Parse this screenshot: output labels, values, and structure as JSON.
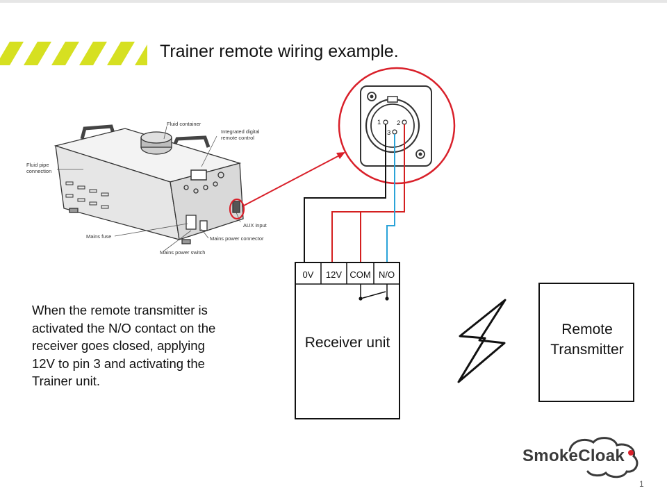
{
  "slide": {
    "title": "Trainer remote wiring example.",
    "caption": "When the remote transmitter is activated the N/O contact on the receiver goes closed, applying 12V to pin 3 and activating the Trainer unit.",
    "page_number": "1"
  },
  "machine": {
    "callouts": {
      "fluid_container": "Fluid container",
      "remote_control_1": "Integrated digital",
      "remote_control_2": "remote control",
      "fluid_pipe_1": "Fluid pipe",
      "fluid_pipe_2": "connection",
      "aux_input": "AUX input",
      "mains_fuse": "Mains fuse",
      "mains_power_connector": "Mains power connector",
      "mains_power_switch": "Mains power switch"
    }
  },
  "connector": {
    "pins": [
      "1",
      "2",
      "3"
    ]
  },
  "receiver": {
    "label": "Receiver unit",
    "terminals": [
      "0V",
      "12V",
      "COM",
      "N/O"
    ]
  },
  "transmitter": {
    "label": "Remote Transmitter"
  },
  "brand": {
    "name": "SmokeCloak",
    "registered": "®"
  },
  "colors": {
    "hazard_yellow": "#d6e021",
    "wire_red": "#d42020",
    "wire_black": "#111111",
    "wire_blue": "#2aa3d8",
    "highlight_circle": "#d9202a"
  }
}
